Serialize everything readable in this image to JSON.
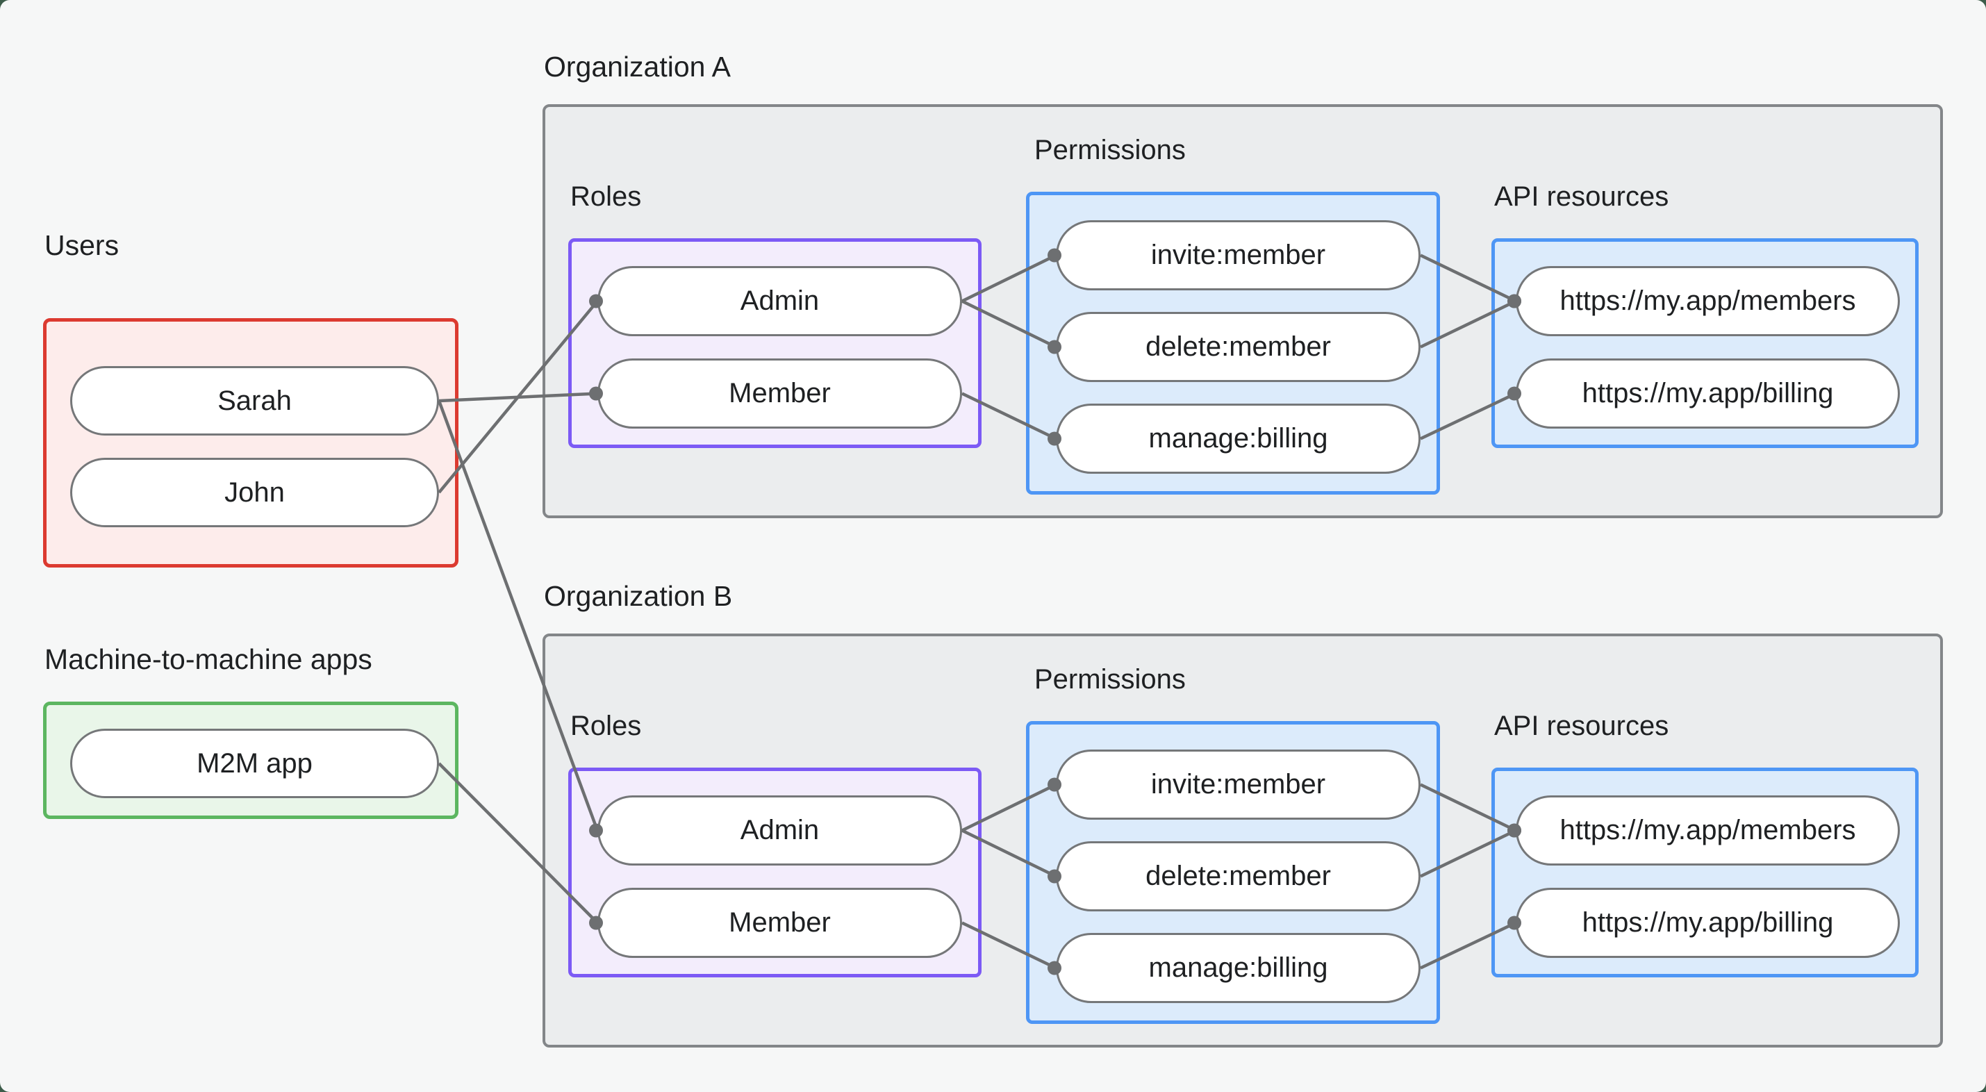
{
  "palette": {
    "outer_bg": "#3d5c4a",
    "panel_bg": "#f6f7f7",
    "org_fill": "#ebedee",
    "org_border": "#838689",
    "users_fill": "#fdeceb",
    "users_border": "#dc3a30",
    "m2m_fill": "#e9f6e9",
    "m2m_border": "#5cb660",
    "roles_fill": "#f3edfc",
    "roles_border": "#7c5af5",
    "blue_fill": "#dcebfb",
    "blue_border": "#4e96f5",
    "pill_fill": "#ffffff",
    "pill_border": "#757779",
    "edge": "#6d6f71",
    "text": "#1e2022"
  },
  "users_group": {
    "label": "Users",
    "items": [
      {
        "id": "sarah",
        "label": "Sarah"
      },
      {
        "id": "john",
        "label": "John"
      }
    ]
  },
  "m2m_group": {
    "label": "Machine-to-machine apps",
    "items": [
      {
        "id": "m2m",
        "label": "M2M app"
      }
    ]
  },
  "organizations": [
    {
      "id": "org_a",
      "label": "Organization A",
      "roles_label": "Roles",
      "permissions_label": "Permissions",
      "api_label": "API resources",
      "roles": [
        {
          "id": "a-admin",
          "label": "Admin"
        },
        {
          "id": "a-member",
          "label": "Member"
        }
      ],
      "permissions": [
        {
          "id": "a-perm-invite",
          "label": "invite:member"
        },
        {
          "id": "a-perm-delete",
          "label": "delete:member"
        },
        {
          "id": "a-perm-billing",
          "label": "manage:billing"
        }
      ],
      "resources": [
        {
          "id": "a-res-members",
          "label": "https://my.app/members"
        },
        {
          "id": "a-res-billing",
          "label": "https://my.app/billing"
        }
      ]
    },
    {
      "id": "org_b",
      "label": "Organization B",
      "roles_label": "Roles",
      "permissions_label": "Permissions",
      "api_label": "API resources",
      "roles": [
        {
          "id": "b-admin",
          "label": "Admin"
        },
        {
          "id": "b-member",
          "label": "Member"
        }
      ],
      "permissions": [
        {
          "id": "b-perm-invite",
          "label": "invite:member"
        },
        {
          "id": "b-perm-delete",
          "label": "delete:member"
        },
        {
          "id": "b-perm-billing",
          "label": "manage:billing"
        }
      ],
      "resources": [
        {
          "id": "b-res-members",
          "label": "https://my.app/members"
        },
        {
          "id": "b-res-billing",
          "label": "https://my.app/billing"
        }
      ]
    }
  ],
  "edges": [
    {
      "from": "sarah",
      "to": "a-member"
    },
    {
      "from": "john",
      "to": "a-admin"
    },
    {
      "from": "sarah",
      "to": "b-admin"
    },
    {
      "from": "m2m",
      "to": "b-member"
    },
    {
      "from": "a-admin",
      "to": "a-perm-invite"
    },
    {
      "from": "a-admin",
      "to": "a-perm-delete"
    },
    {
      "from": "a-member",
      "to": "a-perm-billing"
    },
    {
      "from": "a-perm-invite",
      "to": "a-res-members"
    },
    {
      "from": "a-perm-delete",
      "to": "a-res-members"
    },
    {
      "from": "a-perm-billing",
      "to": "a-res-billing"
    },
    {
      "from": "b-admin",
      "to": "b-perm-invite"
    },
    {
      "from": "b-admin",
      "to": "b-perm-delete"
    },
    {
      "from": "b-member",
      "to": "b-perm-billing"
    },
    {
      "from": "b-perm-invite",
      "to": "b-res-members"
    },
    {
      "from": "b-perm-delete",
      "to": "b-res-members"
    },
    {
      "from": "b-perm-billing",
      "to": "b-res-billing"
    }
  ]
}
